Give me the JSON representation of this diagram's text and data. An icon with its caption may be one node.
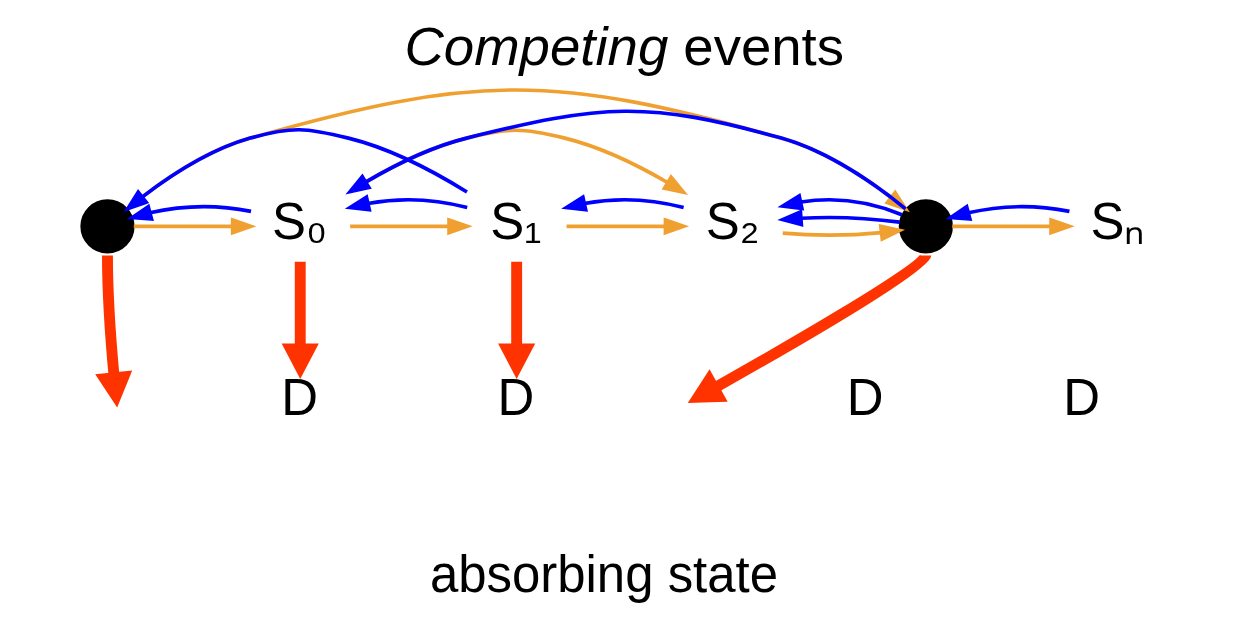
{
  "diagram": {
    "title": "*Competing* events",
    "nodes": [
      {
        "text": [],
        "shape": "point"
      },
      {
        "text": [
          "S₀"
        ]
      },
      {
        "text": [
          "S₁"
        ]
      },
      {
        "text": [
          "S₂"
        ]
      },
      {
        "text": [],
        "shape": "point"
      },
      {
        "text": [
          "Sₙ"
        ]
      },
      {
        "text": [
          "D"
        ]
      },
      {
        "text": [
          "D"
        ]
      }
    ],
    "edges": [
      {
        "from": 0,
        "to": 1,
        "arrow": "to",
        "color": "#f0a030"
      },
      {
        "from": 1,
        "to": 0,
        "arrow": "to",
        "color": "#0000ff"
      },
      {
        "from": 1,
        "to": 2,
        "arrow": "to",
        "color": "#f0a030"
      },
      {
        "from": 2,
        "to": 1,
        "arrow": "to",
        "color": "#0000ff"
      },
      {
        "from": 2,
        "to": 3,
        "arrow": "to",
        "color": "#f0a030"
      },
      {
        "from": 3,
        "to": 2,
        "arrow": "to",
        "color": "#0000ff"
      },
      {
        "from": 3,
        "to": 4,
        "arrow": "to",
        "color": "#f0a030"
      },
      {
        "from": 4,
        "to": 3,
        "arrow": "to",
        "color": "#0000ff"
      },
      {
        "from": 4,
        "to": 5,
        "arrow": "to",
        "color": "#f0a030"
      },
      {
        "from": 5,
        "to": 4,
        "arrow": "to",
        "color": "#0000ff"
      },
      {
        "from": 0,
        "to": null,
        "arrow": "to",
        "style": "thick",
        "color": "#ff3300"
      },
      {
        "from": 1,
        "to": 6,
        "arrow": "to",
        "style": "thick",
        "color": "#ff3300"
      },
      {
        "from": 2,
        "to": 7,
        "arrow": "to",
        "style": "thick",
        "color": "#ff3300"
      },
      {
        "from": 4,
        "to": null,
        "arrow": "to",
        "style": "thick",
        "color": "#ff3300"
      },
      {
        "from": 0,
        "to": 4,
        "arrow": "to",
        "color": "#f0a030"
      },
      {
        "from": 1,
        "to": 3,
        "arrow": "to",
        "color": "#f0a030"
      },
      {
        "from": 2,
        "to": 0,
        "arrow": "to",
        "color": "#0000ff"
      },
      {
        "from": 4,
        "to": 1,
        "arrow": "to",
        "color": "#0000ff"
      },
      {
        "from": 4,
        "to": 3,
        "arrow": "to",
        "color": "#0000ff"
      }
    ],
    "labels": [
      "D",
      "D",
      "absorbing state"
    ]
  }
}
